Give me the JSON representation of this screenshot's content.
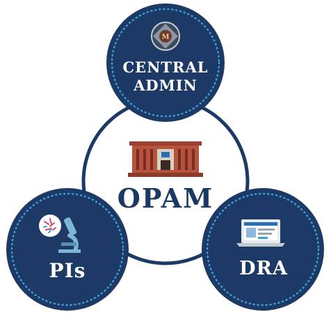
{
  "center": {
    "label": "OPAM"
  },
  "nodes": {
    "top": {
      "line1": "CENTRAL",
      "line2": "ADMIN",
      "icon": "compass-emblem-icon"
    },
    "left": {
      "label": "PIs",
      "icon": "microscope-icon"
    },
    "right": {
      "label": "DRA",
      "icon": "laptop-icon"
    }
  },
  "colors": {
    "navy": "#1d3a66",
    "dotted_ring": "#3aa0d8",
    "building_brick": "#b5533f",
    "white": "#ffffff"
  }
}
